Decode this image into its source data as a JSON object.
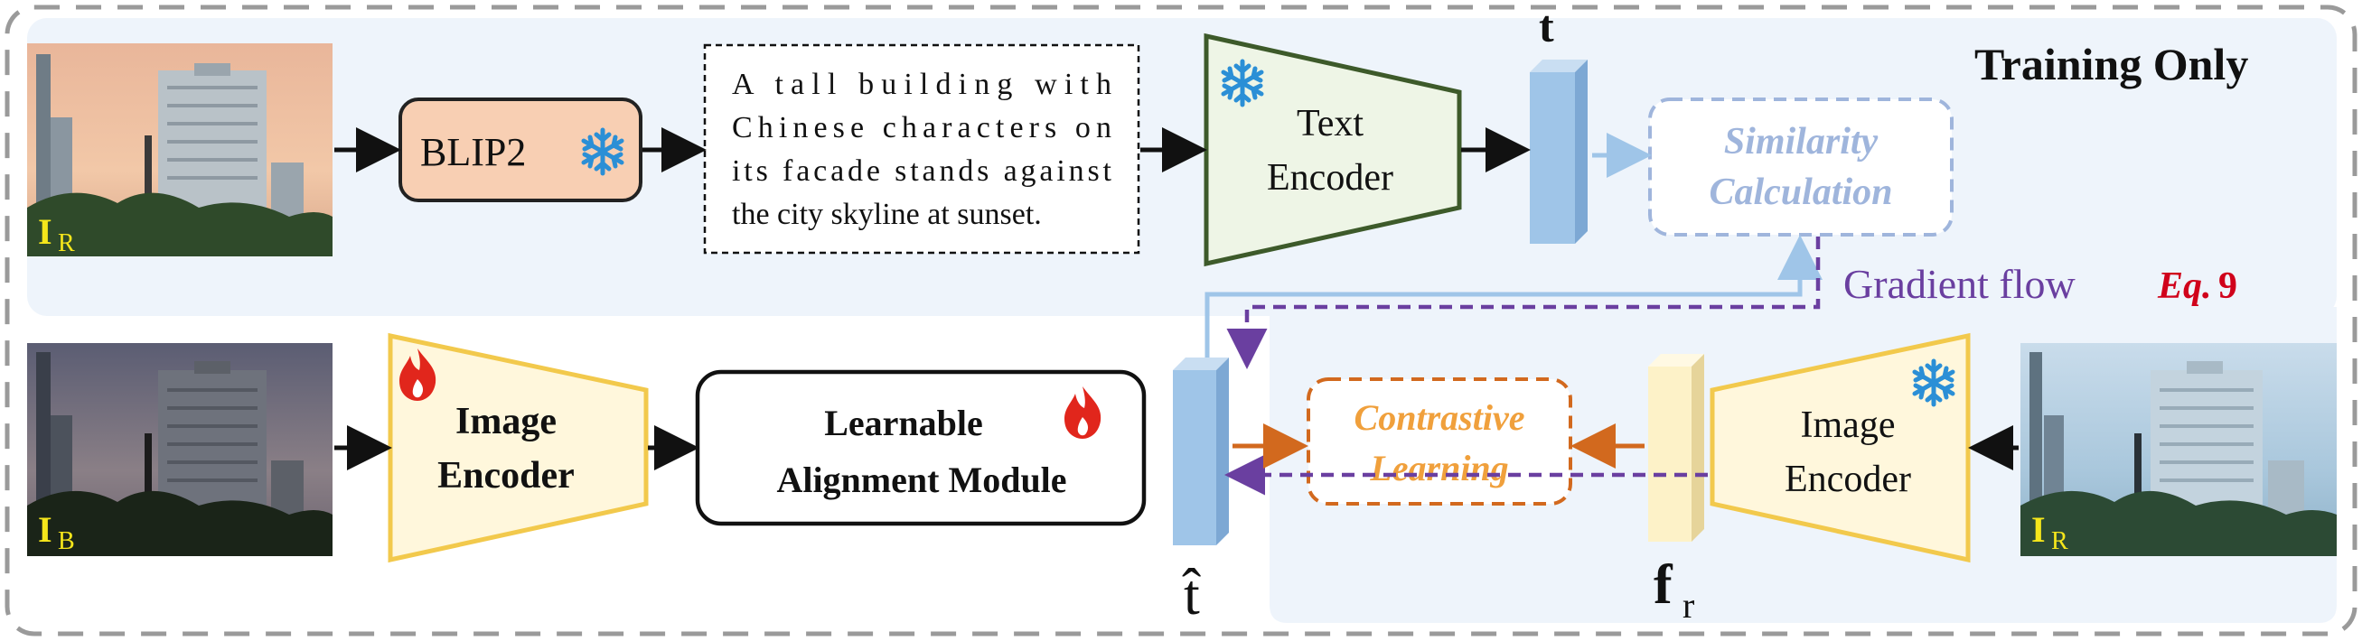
{
  "title": "Training Only",
  "photos": {
    "top_left_label": "I",
    "top_left_sub": "R",
    "bottom_left_label": "I",
    "bottom_left_sub": "B",
    "bottom_right_label": "I",
    "bottom_right_sub": "R"
  },
  "blip": {
    "label": "BLIP2",
    "icon": "snowflake-icon"
  },
  "caption": {
    "lines": [
      "A tall building with",
      "Chinese characters on",
      "its facade stands against",
      "the city skyline at sunset."
    ]
  },
  "text_encoder": {
    "line1": "Text",
    "line2": "Encoder",
    "icon": "snowflake-icon"
  },
  "t_label": "t",
  "t_hat_label": "t̂",
  "fr_label": "f",
  "fr_sub": "r",
  "similarity": {
    "line1": "Similarity",
    "line2": "Calculation"
  },
  "gradient": {
    "text": "Gradient flow",
    "eq": "Eq.",
    "num": "9"
  },
  "image_encoder_left": {
    "line1": "Image",
    "line2": "Encoder",
    "icon": "flame-icon"
  },
  "alignment": {
    "line1": "Learnable",
    "line2": "Alignment Module",
    "icon": "flame-icon"
  },
  "contrastive": {
    "line1": "Contrastive",
    "line2": "Learning"
  },
  "image_encoder_right": {
    "line1": "Image",
    "line2": "Encoder",
    "icon": "snowflake-icon"
  },
  "colors": {
    "bg_panel": "#eef4fb",
    "blip_fill": "#f8cfb3",
    "text_encoder_fill": "#eef5e6",
    "text_encoder_stroke": "#3d5a2a",
    "image_encoder_fill": "#fff7dc",
    "image_encoder_stroke": "#f2c94c",
    "vector_blue": "#9fc5e8",
    "vector_yellow": "#fdf2c8",
    "similarity": "#9fb5dc",
    "gradient": "#6a3fa0",
    "eq": "#d0021b",
    "contrastive": "#d2691e",
    "snowflake": "#2b8fd6",
    "flame": "#e1261c",
    "label_yellow": "#f5e61b"
  }
}
